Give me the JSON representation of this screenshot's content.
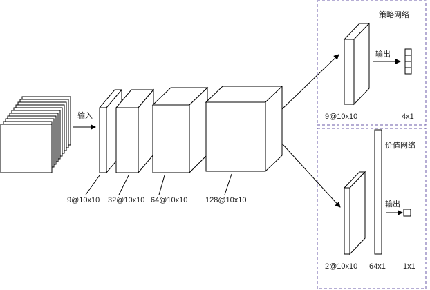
{
  "input_label": "输入",
  "output_label_policy": "输出",
  "output_label_value": "输出",
  "backbone": [
    {
      "label": "9@10x10"
    },
    {
      "label": "32@10x10"
    },
    {
      "label": "64@10x10"
    },
    {
      "label": "128@10x10"
    }
  ],
  "policy_head": {
    "title": "策略网络",
    "conv_label": "9@10x10",
    "output_label": "4x1",
    "output_cells": 4
  },
  "value_head": {
    "title": "价值网络",
    "conv_label": "2@10x10",
    "fc_label": "64x1",
    "output_label": "1x1",
    "output_cells": 1
  },
  "colors": {
    "stroke": "#000000",
    "dashed_border": "#6b5ba8",
    "fill": "#ffffff"
  }
}
